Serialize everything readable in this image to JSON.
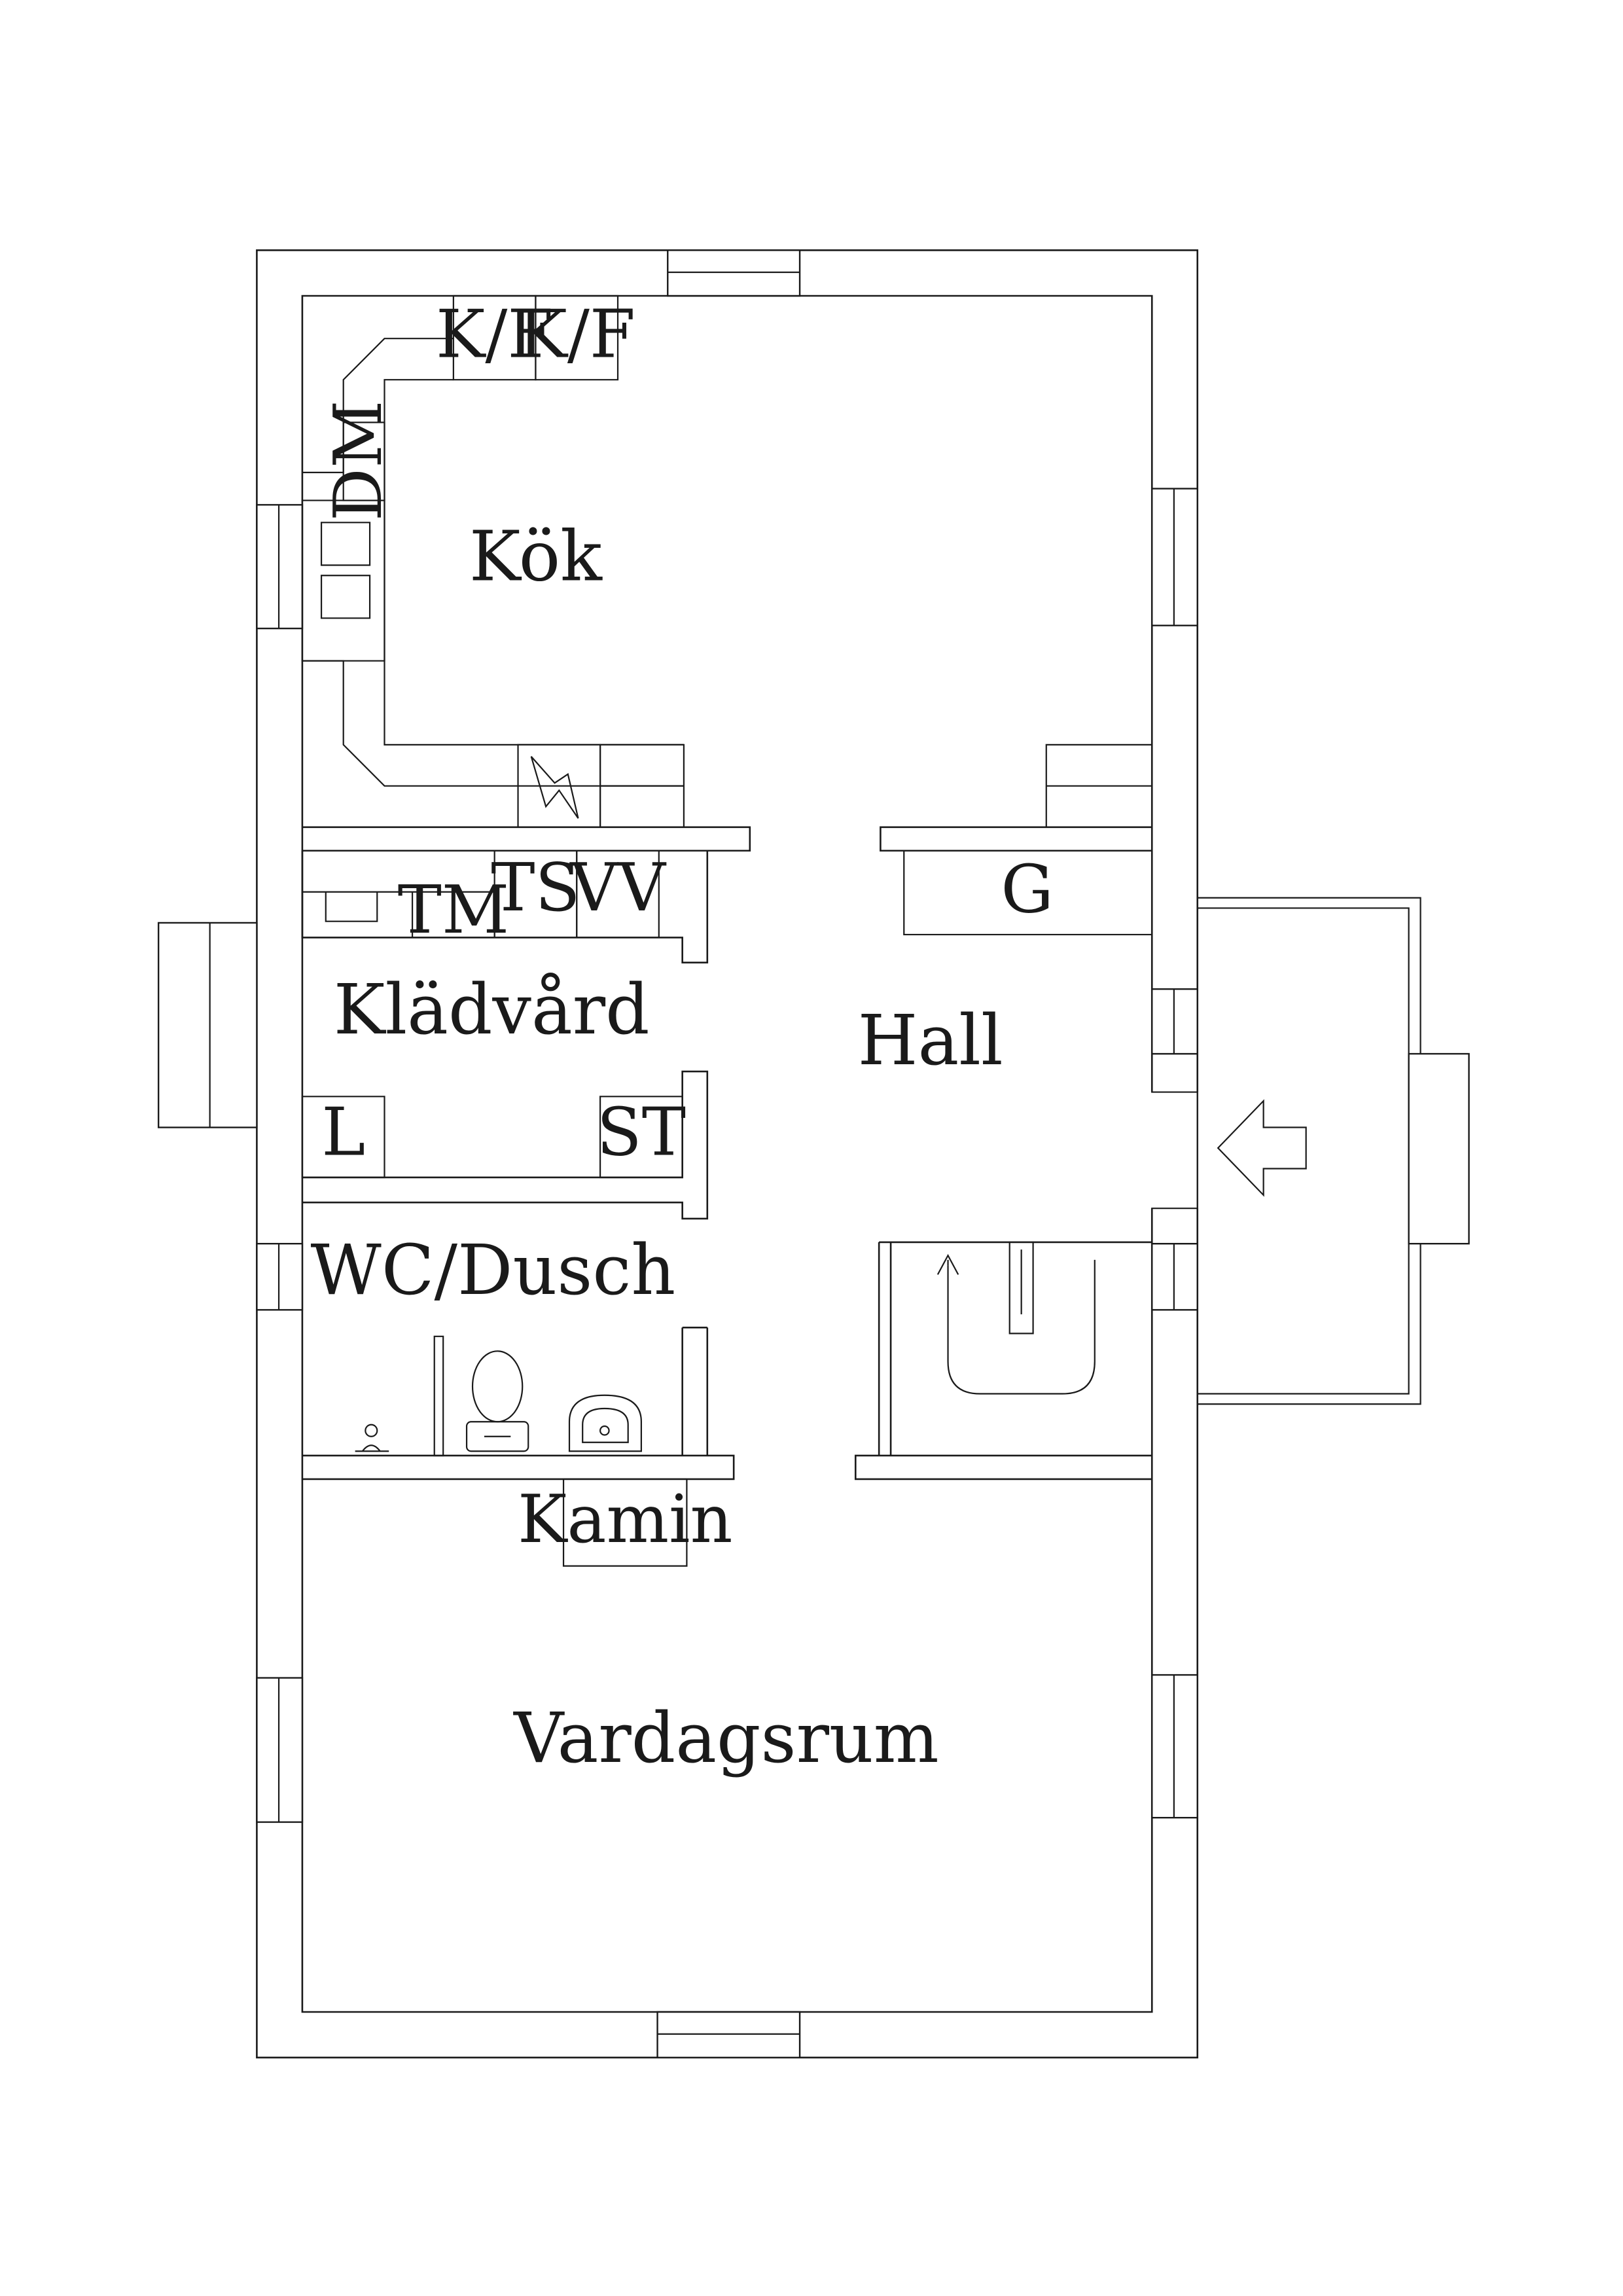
{
  "rooms": {
    "kok": "Kök",
    "kladvard": "Klädvård",
    "hall": "Hall",
    "wc": "WC/Dusch",
    "vardagsrum": "Vardagsrum"
  },
  "fixtures": {
    "kf1": "K/F",
    "kf2": "K/F",
    "dm": "DM",
    "ts": "TS",
    "vv": "VV",
    "tm": "TM",
    "g": "G",
    "l": "L",
    "st": "ST",
    "kamin": "Kamin"
  },
  "icons": {
    "entrance": "entrance-arrow-icon",
    "stairs": "stair-direction-arrow-icon",
    "electrical": "electrical-panel-icon",
    "toilet": "toilet-icon",
    "sink": "sink-icon",
    "shower": "shower-icon"
  },
  "colors": {
    "line": "#1a1a1a",
    "background": "#ffffff"
  }
}
